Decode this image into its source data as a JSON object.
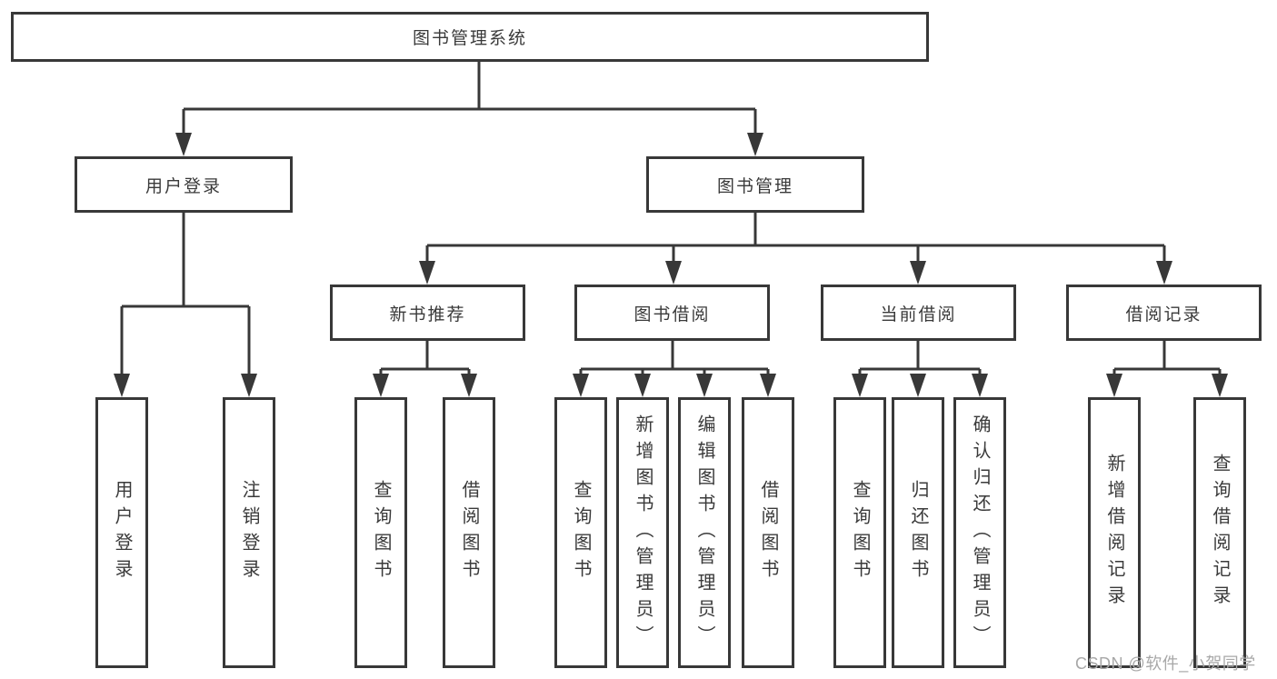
{
  "diagram": {
    "root": "图书管理系统",
    "level2": [
      "用户登录",
      "图书管理"
    ],
    "level3": [
      "新书推荐",
      "图书借阅",
      "当前借阅",
      "借阅记录"
    ],
    "leaves": [
      "用户登录",
      "注销登录",
      "查询图书",
      "借阅图书",
      "查询图书",
      "新增图书（管理员）",
      "编辑图书（管理员）",
      "借阅图书",
      "查询图书",
      "归还图书",
      "确认归还（管理员）",
      "新增借阅记录",
      "查询借阅记录"
    ]
  },
  "watermark": "CSDN @软件_小贺同学",
  "colors": {
    "line": "#383838",
    "text": "#3a3a3a",
    "watermark": "#a8a8a8",
    "background": "#ffffff"
  }
}
